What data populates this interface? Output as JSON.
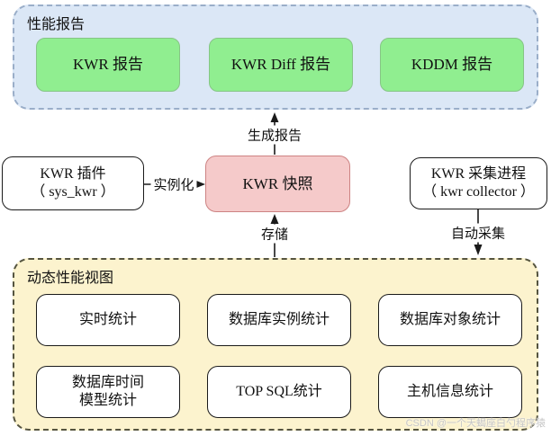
{
  "diagram": {
    "report_group": {
      "label": "性能报告",
      "items": [
        {
          "label": "KWR 报告"
        },
        {
          "label": "KWR Diff 报告"
        },
        {
          "label": "KDDM 报告"
        }
      ]
    },
    "middle": {
      "plugin_box": {
        "line1": "KWR 插件",
        "line2": "（ sys_kwr ）"
      },
      "snapshot_box": {
        "label": "KWR 快照"
      },
      "collector_box": {
        "line1": "KWR 采集进程",
        "line2": "（ kwr collector ）"
      }
    },
    "arrows": {
      "generate_report": "生成报告",
      "instantiate": "实例化",
      "store": "存储",
      "auto_collect": "自动采集"
    },
    "views_group": {
      "label": "动态性能视图",
      "items": [
        {
          "line1": "实时统计",
          "line2": ""
        },
        {
          "line1": "数据库实例统计",
          "line2": ""
        },
        {
          "line1": "数据库对象统计",
          "line2": ""
        },
        {
          "line1": "数据库时间",
          "line2": "模型统计"
        },
        {
          "line1": "TOP SQL统计",
          "line2": ""
        },
        {
          "line1": "主机信息统计",
          "line2": ""
        }
      ]
    },
    "watermark": "CSDN @一个天蝎座白勺程序猿",
    "colors": {
      "report_group_fill": "#dbe7f6",
      "report_group_border": "#9aaec9",
      "report_item_fill": "#90ee90",
      "report_item_border": "#86c586",
      "snapshot_fill": "#f5caca",
      "snapshot_border": "#cd8383",
      "views_group_fill": "#fcf3ce",
      "views_group_border": "#55543f",
      "arrow_color": "#1a1a1a"
    }
  }
}
